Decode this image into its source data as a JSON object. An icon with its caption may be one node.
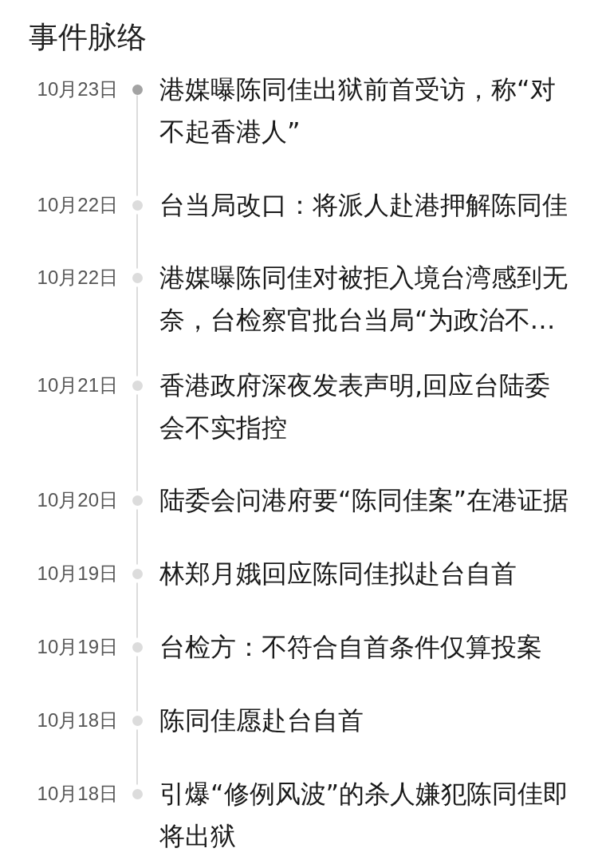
{
  "diagram": {
    "title": "事件脉络",
    "nodes": [
      {
        "text": [],
        "shape": "circle",
        "beside": [
          "10月23日",
          "港媒曝陈同佳出狱前首受访，称“对不起香港人”"
        ]
      },
      {
        "text": [],
        "shape": "circle",
        "beside": [
          "10月22日",
          "台当局改口：将派人赴港押解陈同佳"
        ]
      },
      {
        "text": [],
        "shape": "circle",
        "beside": [
          "10月22日",
          "港媒曝陈同佳对被拒入境台湾感到无奈，台检察官批台当局“为政治不…"
        ]
      },
      {
        "text": [],
        "shape": "circle",
        "beside": [
          "10月21日",
          "香港政府深夜发表声明,回应台陆委会不实指控"
        ]
      },
      {
        "text": [],
        "shape": "circle",
        "beside": [
          "10月20日",
          "陆委会问港府要“陈同佳案”在港证据"
        ]
      },
      {
        "text": [],
        "shape": "circle",
        "beside": [
          "10月19日",
          "林郑月娥回应陈同佳拟赴台自首"
        ]
      },
      {
        "text": [],
        "shape": "circle",
        "beside": [
          "10月19日",
          "台检方：不符合自首条件仅算投案"
        ]
      },
      {
        "text": [],
        "shape": "circle",
        "beside": [
          "10月18日",
          "陈同佳愿赴台自首"
        ]
      },
      {
        "text": [],
        "shape": "circle",
        "beside": [
          "10月18日",
          "引爆“修例风波”的杀人嫌犯陈同佳即将出狱"
        ]
      }
    ],
    "edges": [
      {
        "from": 0,
        "to": 1,
        "arrow": "none"
      },
      {
        "from": 1,
        "to": 2,
        "arrow": "none"
      },
      {
        "from": 2,
        "to": 3,
        "arrow": "none"
      },
      {
        "from": 3,
        "to": 4,
        "arrow": "none"
      },
      {
        "from": 4,
        "to": 5,
        "arrow": "none"
      },
      {
        "from": 5,
        "to": 6,
        "arrow": "none"
      },
      {
        "from": 6,
        "to": 7,
        "arrow": "none"
      },
      {
        "from": 7,
        "to": 8,
        "arrow": "none"
      }
    ]
  }
}
